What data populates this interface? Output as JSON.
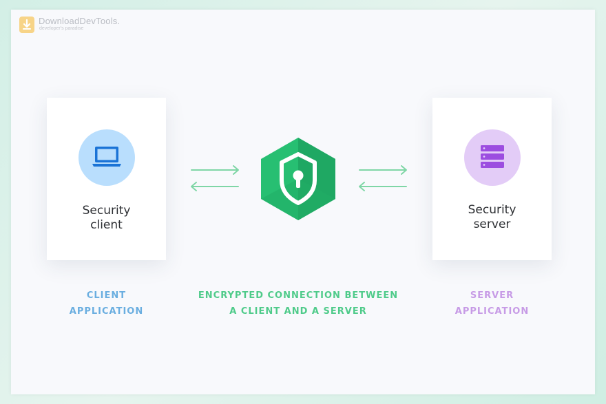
{
  "watermark": {
    "title": "DownloadDevTools.",
    "subtitle": "developer's paradise"
  },
  "client_card": {
    "icon": "laptop-icon",
    "label_line1": "Security",
    "label_line2": "client",
    "caption_line1": "CLIENT",
    "caption_line2": "APPLICATION"
  },
  "connection": {
    "icon": "lock-shield-icon",
    "caption_line1": "ENCRYPTED CONNECTION BETWEEN",
    "caption_line2": "A CLIENT AND A SERVER"
  },
  "server_card": {
    "icon": "server-icon",
    "label_line1": "Security",
    "label_line2": "server",
    "caption_line1": "SERVER",
    "caption_line2": "APPLICATION"
  },
  "colors": {
    "client_accent": "#6aaee0",
    "connection_accent": "#4fcb8a",
    "server_accent": "#c79be6",
    "shield_green": "#22b36b",
    "laptop_blue": "#1a73d6",
    "server_purple": "#9c4de0"
  }
}
